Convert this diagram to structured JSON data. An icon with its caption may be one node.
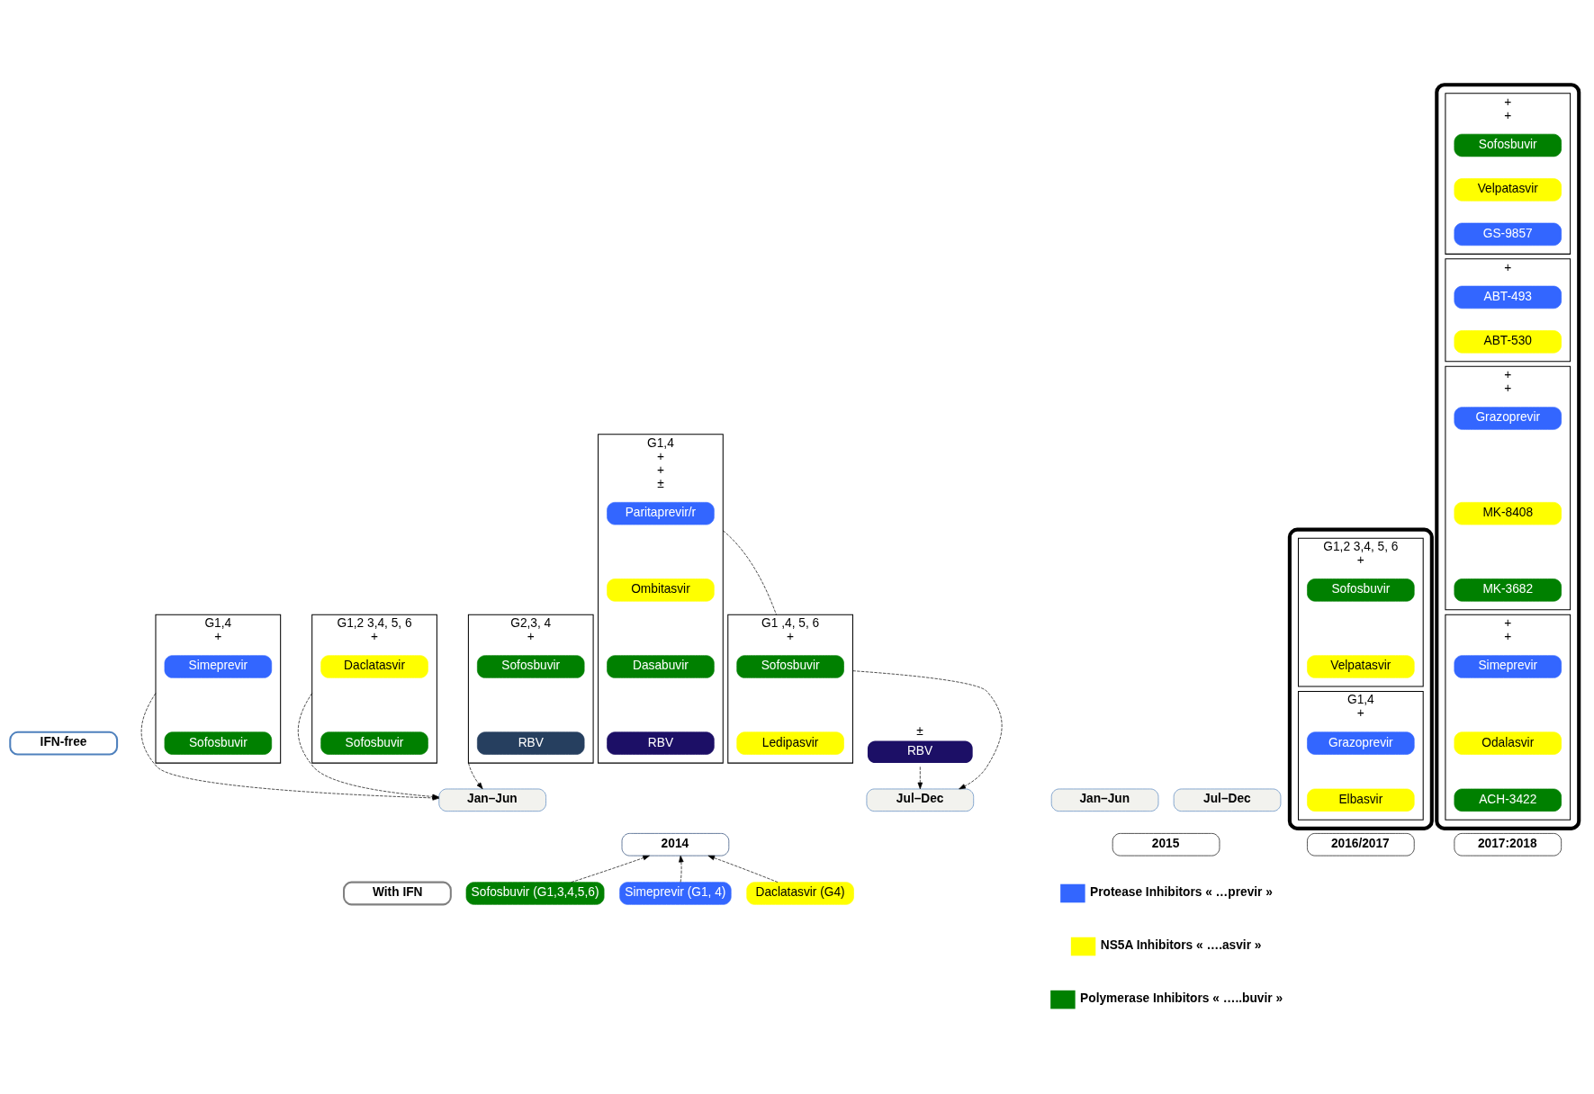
{
  "diagram": {
    "nodes": [
      {
        "text": [
          "IFN-free"
        ]
      },
      {
        "text": [
          "With IFN"
        ]
      },
      {
        "text": [
          "G1,4",
          "+"
        ]
      },
      {
        "text": [
          "Simeprevir"
        ],
        "in": 2
      },
      {
        "text": [
          "Sofosbuvir"
        ],
        "in": 2
      },
      {
        "text": [
          "G1,2 3,4, 5, 6",
          "+"
        ]
      },
      {
        "text": [
          "Daclatasvir"
        ],
        "in": 5
      },
      {
        "text": [
          "Sofosbuvir"
        ],
        "in": 5
      },
      {
        "text": [
          "G2,3, 4",
          "+"
        ]
      },
      {
        "text": [
          "Sofosbuvir"
        ],
        "in": 8
      },
      {
        "text": [
          "RBV"
        ],
        "in": 8
      },
      {
        "text": [
          "G1,4",
          "+",
          "+",
          "±"
        ]
      },
      {
        "text": [
          "Paritaprevir/r"
        ],
        "in": 11
      },
      {
        "text": [
          "Ombitasvir"
        ],
        "in": 11
      },
      {
        "text": [
          "Dasabuvir"
        ],
        "in": 11
      },
      {
        "text": [
          "RBV"
        ],
        "in": 11
      },
      {
        "text": [
          "G1 ,4, 5, 6",
          "+"
        ]
      },
      {
        "text": [
          "Sofosbuvir"
        ],
        "in": 16
      },
      {
        "text": [
          "Ledipasvir"
        ],
        "in": 16
      },
      {
        "text": [
          "RBV"
        ],
        "beside": [
          "±"
        ]
      },
      {
        "text": [
          "Jan–Jun"
        ]
      },
      {
        "text": [
          "Jul–Dec"
        ]
      },
      {
        "text": [
          "Jan–Jun"
        ]
      },
      {
        "text": [
          "Jul–Dec"
        ]
      },
      {
        "text": [
          "2014"
        ]
      },
      {
        "text": [
          "2015"
        ]
      },
      {
        "text": [
          "2016/2017"
        ]
      },
      {
        "text": [
          "2017:2018"
        ]
      },
      {
        "text": [],
        "shape": "box"
      },
      {
        "text": [
          "G1,2 3,4, 5, 6",
          "+"
        ],
        "in": 28
      },
      {
        "text": [
          "Sofosbuvir"
        ],
        "in": 29
      },
      {
        "text": [
          "Velpatasvir"
        ],
        "in": 29
      },
      {
        "text": [
          "G1,4",
          "+"
        ],
        "in": 28
      },
      {
        "text": [
          "Grazoprevir"
        ],
        "in": 32
      },
      {
        "text": [
          "Elbasvir"
        ],
        "in": 32
      },
      {
        "text": [],
        "shape": "box"
      },
      {
        "text": [
          "+",
          "+"
        ],
        "in": 35
      },
      {
        "text": [
          "Sofosbuvir"
        ],
        "in": 36
      },
      {
        "text": [
          "Velpatasvir"
        ],
        "in": 36
      },
      {
        "text": [
          "GS-9857"
        ],
        "in": 36
      },
      {
        "text": [
          "+"
        ],
        "in": 35
      },
      {
        "text": [
          "ABT-493"
        ],
        "in": 40
      },
      {
        "text": [
          "ABT-530"
        ],
        "in": 40
      },
      {
        "text": [
          "+",
          "+"
        ],
        "in": 35
      },
      {
        "text": [
          "Grazoprevir"
        ],
        "in": 43
      },
      {
        "text": [
          "MK-8408"
        ],
        "in": 43
      },
      {
        "text": [
          "MK-3682"
        ],
        "in": 43
      },
      {
        "text": [
          "+",
          "+"
        ],
        "in": 35
      },
      {
        "text": [
          "Simeprevir"
        ],
        "in": 47
      },
      {
        "text": [
          "Odalasvir"
        ],
        "in": 47
      },
      {
        "text": [
          "ACH-3422"
        ],
        "in": 47
      },
      {
        "text": [
          "Sofosbuvir (G1,3,4,5,6)"
        ]
      },
      {
        "text": [
          "Simeprevir (G1, 4)"
        ]
      },
      {
        "text": [
          "Daclatasvir (G4)"
        ]
      }
    ],
    "edges": [
      {
        "from": 2,
        "to": 20,
        "arrow": "to",
        "style": "dashed"
      },
      {
        "from": 5,
        "to": 20,
        "arrow": "to",
        "style": "dashed"
      },
      {
        "from": 8,
        "to": 20,
        "arrow": "to",
        "style": "dashed"
      },
      {
        "from": 11,
        "to": 16,
        "arrow": "none",
        "style": "dashed"
      },
      {
        "from": 16,
        "to": 21,
        "arrow": "to",
        "style": "dashed"
      },
      {
        "from": 19,
        "to": 21,
        "arrow": "to",
        "style": "dashed"
      },
      {
        "from": 51,
        "to": 24,
        "arrow": "to",
        "style": "dashed"
      },
      {
        "from": 52,
        "to": 24,
        "arrow": "to",
        "style": "dashed"
      },
      {
        "from": 53,
        "to": 24,
        "arrow": "to",
        "style": "dashed"
      }
    ],
    "legend": [
      {
        "text": "Protease Inhibitors « …previr »",
        "color": "#3366ff"
      },
      {
        "text": "NS5A Inhibitors « ….asvir »",
        "color": "#ffff00"
      },
      {
        "text": "Polymerase Inhibitors « …..buvir »",
        "color": "#008000"
      }
    ]
  }
}
